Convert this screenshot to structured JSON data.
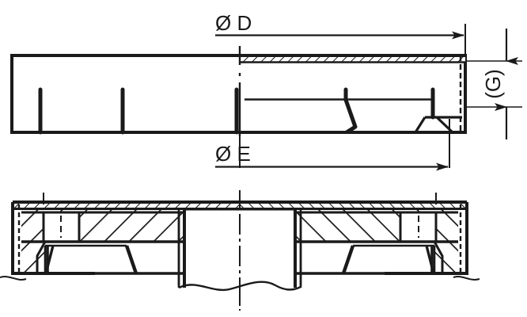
{
  "drawing": {
    "title": "Technical cross-section drawing of flanged cover / disc",
    "background_color": "#ffffff",
    "line_color": "#1a1a1a",
    "dimensions": {
      "diameter_d": {
        "label": "Ø D",
        "icon": "diameter-symbol",
        "arrow": "right",
        "view": "upper-side-view"
      },
      "diameter_e": {
        "label": "Ø E",
        "icon": "diameter-symbol",
        "arrow": "right",
        "view": "upper-side-view"
      },
      "thickness_g": {
        "label": "(G)",
        "orientation": "vertical",
        "arrow": "both-inward",
        "view": "upper-side-view"
      }
    },
    "views": [
      {
        "name": "upper-side-view",
        "description": "Side elevation with half section, ribs and gussets"
      },
      {
        "name": "lower-section-view",
        "description": "Full cross-section with hatching, hub and break line"
      }
    ]
  }
}
